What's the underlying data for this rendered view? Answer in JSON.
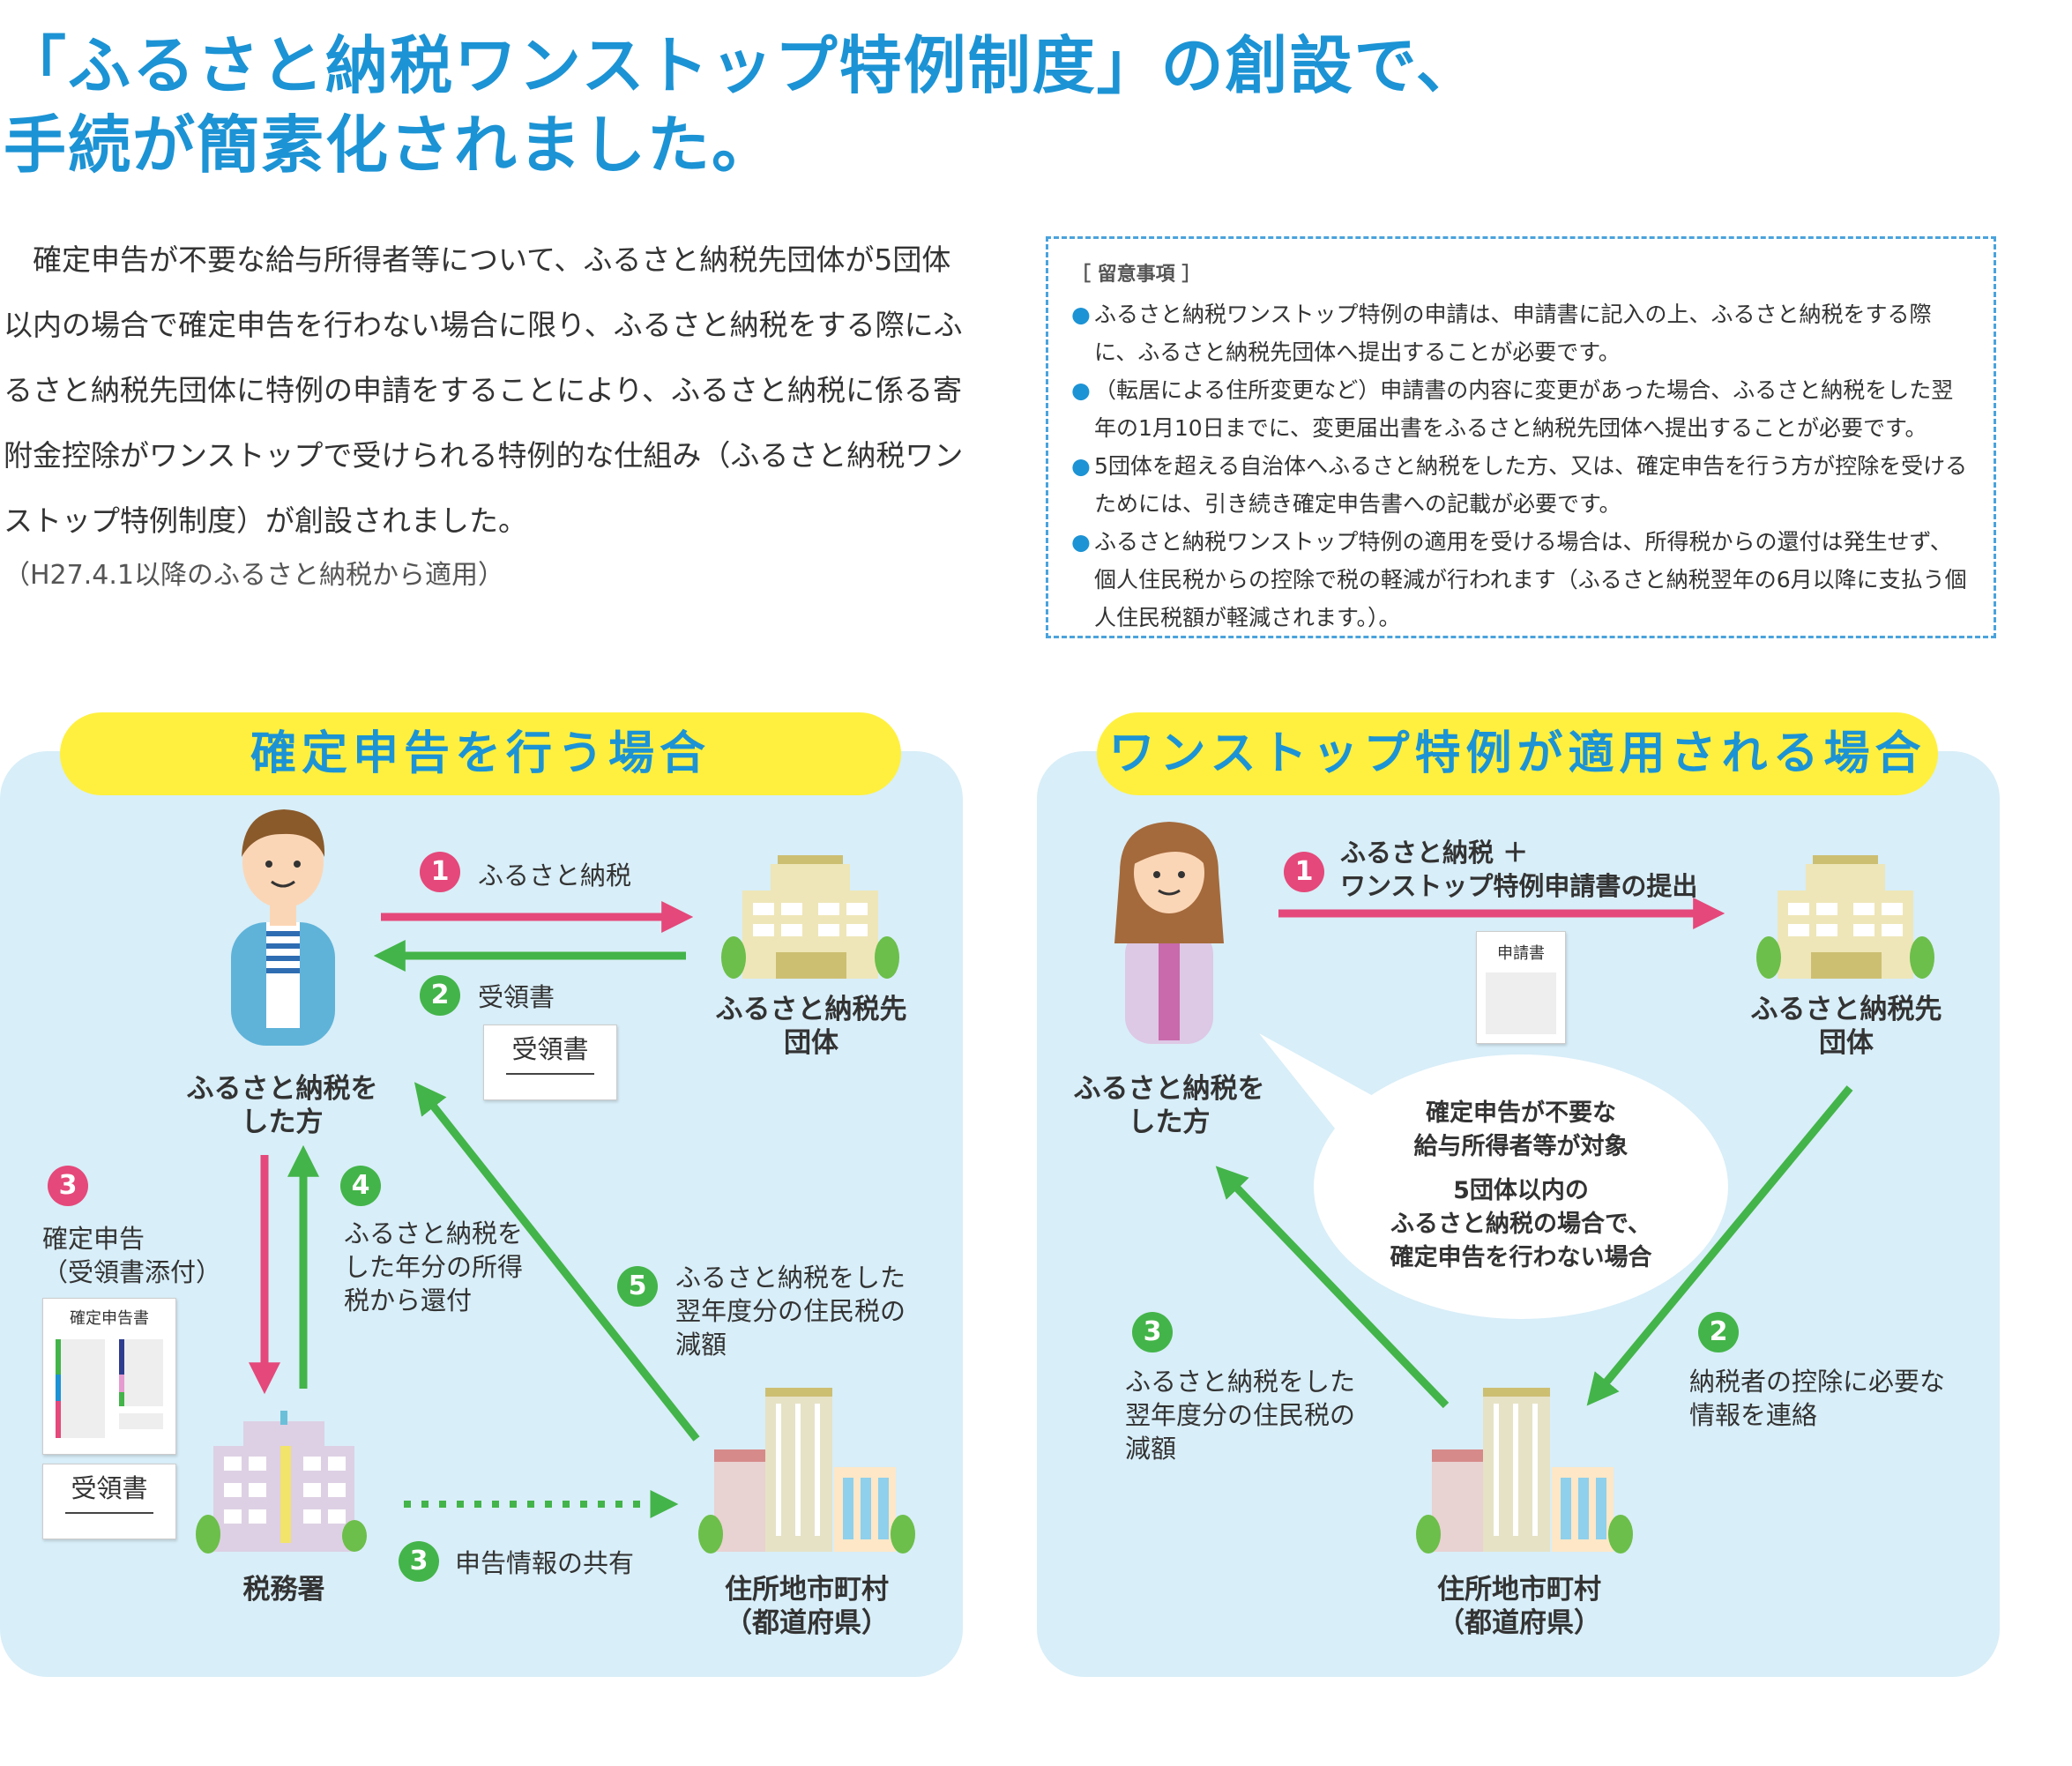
{
  "title": {
    "line1": "「ふるさと納税ワンストップ特例制度」の創設で、",
    "line2": "手続が簡素化されました。"
  },
  "intro": {
    "paragraph": "確定申告が不要な給与所得者等について、ふるさと納税先団体が5団体以内の場合で確定申告を行わない場合に限り、ふるさと納税をする際にふるさと納税先団体に特例の申請をすることにより、ふるさと納税に係る寄附金控除がワンストップで受けられる特例的な仕組み（ふるさと納税ワンストップ特例制度）が創設されました。",
    "note": "（H27.4.1以降のふるさと納税から適用）"
  },
  "notice": {
    "heading": "［ 留意事項 ］",
    "items": [
      "ふるさと納税ワンストップ特例の申請は、申請書に記入の上、ふるさと納税をする際に、ふるさと納税先団体へ提出することが必要です。",
      "（転居による住所変更など）申請書の内容に変更があった場合、ふるさと納税をした翌年の1月10日までに、変更届出書をふるさと納税先団体へ提出することが必要です。",
      "5団体を超える自治体へふるさと納税をした方、又は、確定申告を行う方が控除を受けるためには、引き続き確定申告書への記載が必要です。",
      "ふるさと納税ワンストップ特例の適用を受ける場合は、所得税からの還付は発生せず、個人住民税からの控除で税の軽減が行われます（ふるさと納税翌年の6月以降に支払う個人住民税額が軽減されます。）。"
    ]
  },
  "left_panel": {
    "heading": "確定申告を行う場合",
    "person_label": [
      "ふるさと納税を",
      "した方"
    ],
    "org_label": [
      "ふるさと納税先",
      "団体"
    ],
    "tax_office_label": "税務署",
    "city_label": [
      "住所地市町村",
      "（都道府県）"
    ],
    "steps": [
      {
        "num": "1",
        "text": "ふるさと納税"
      },
      {
        "num": "2",
        "text": "受領書"
      },
      {
        "num": "3",
        "text": [
          "確定申告",
          "（受領書添付）"
        ]
      },
      {
        "num": "4",
        "text": [
          "ふるさと納税を",
          "した年分の所得",
          "税から還付"
        ]
      },
      {
        "num": "5",
        "text": [
          "ふるさと納税をした",
          "翌年度分の住民税の",
          "減額"
        ]
      },
      {
        "num": "3",
        "text": "申告情報の共有"
      }
    ],
    "receipt_doc": "受領書",
    "return_doc": "確定申告書",
    "receipt_doc2": "受領書"
  },
  "right_panel": {
    "heading": "ワンストップ特例が適用される場合",
    "person_label": [
      "ふるさと納税を",
      "した方"
    ],
    "org_label": [
      "ふるさと納税先",
      "団体"
    ],
    "city_label": [
      "住所地市町村",
      "（都道府県）"
    ],
    "steps": [
      {
        "num": "1",
        "text": [
          "ふるさと納税 ＋",
          "ワンストップ特例申請書の提出"
        ]
      },
      {
        "num": "2",
        "text": [
          "納税者の控除に必要な",
          "情報を連絡"
        ]
      },
      {
        "num": "3",
        "text": [
          "ふるさと納税をした",
          "翌年度分の住民税の",
          "減額"
        ]
      }
    ],
    "application_doc": "申請書",
    "bubble": {
      "line1": "確定申告が不要な",
      "line2": "給与所得者等が対象",
      "line3": "5団体以内の",
      "line4": "ふるさと納税の場合で、",
      "line5": "確定申告を行わない場合"
    }
  },
  "colors": {
    "title_blue": "#1c93d4",
    "panel_bg": "#d8eef8",
    "pill_yellow": "#fff03f",
    "pink_arrow": "#e5487a",
    "green_arrow": "#43b449"
  }
}
